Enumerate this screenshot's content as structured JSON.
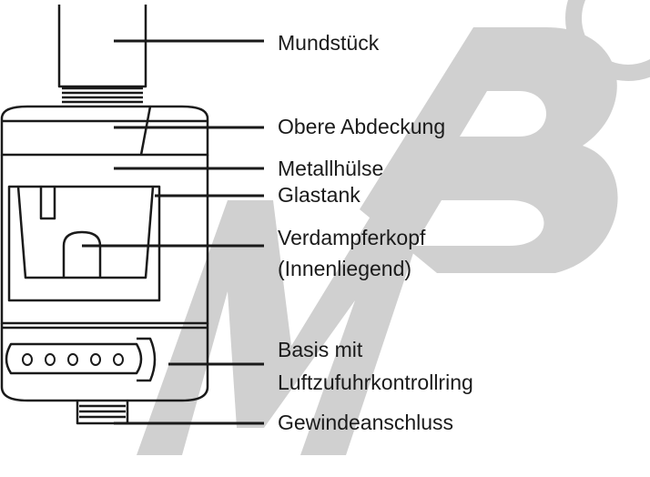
{
  "labels": {
    "mouthpiece": "Mundstück",
    "top_cap": "Obere Abdeckung",
    "metal_sleeve": "Metallhülse",
    "glass_tank": "Glastank",
    "coil_line1": "Verdampferkopf",
    "coil_line2": "(Innenliegend)",
    "base_line1": "Basis mit",
    "base_line2": "Luftzufuhrkontrollring",
    "thread": "Gewindeanschluss"
  },
  "watermark": {
    "text": "MB©",
    "color": "#d0d0d0"
  },
  "colors": {
    "outline": "#1a1a1a",
    "background": "#ffffff"
  }
}
